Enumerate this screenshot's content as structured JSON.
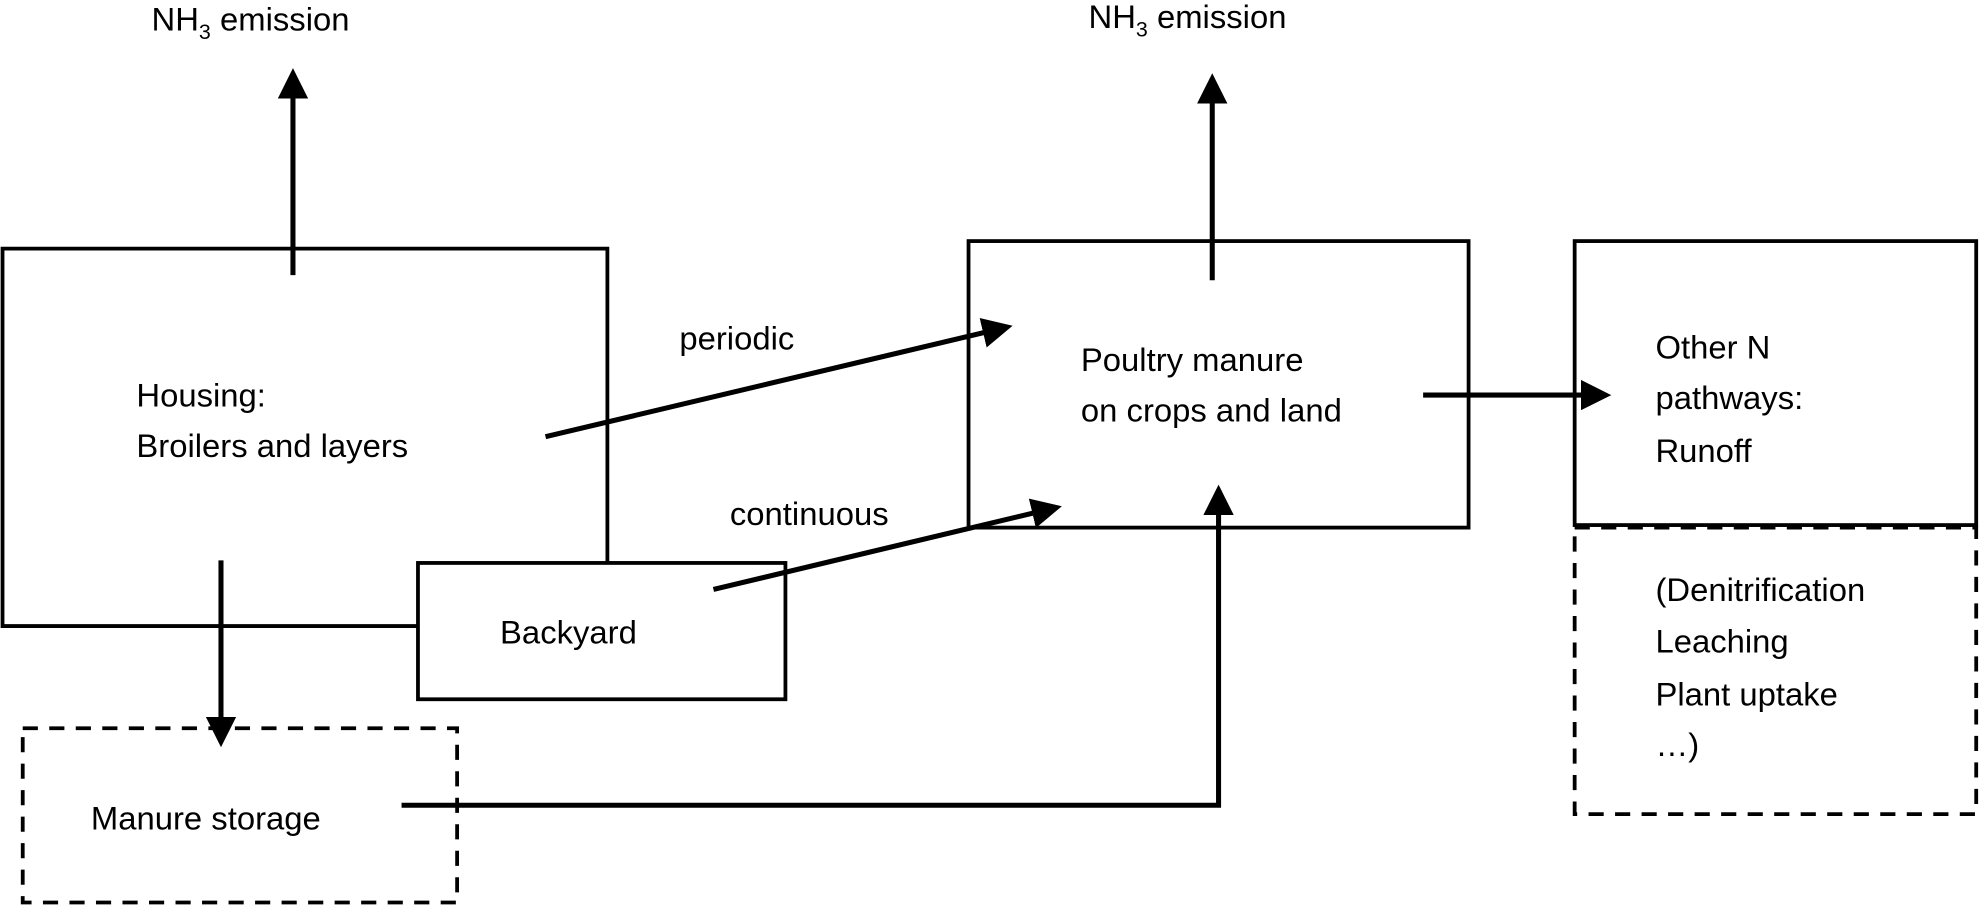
{
  "emission_left": {
    "main": "NH",
    "sub": "3",
    "rest": " emission"
  },
  "emission_right": {
    "main": "NH",
    "sub": "3",
    "rest": " emission"
  },
  "housing": {
    "line1": "Housing:",
    "line2": "Broilers and layers"
  },
  "backyard": {
    "label": "Backyard"
  },
  "manure_storage": {
    "label": "Manure storage"
  },
  "poultry_manure": {
    "line1": "Poultry manure",
    "line2": "on crops and land"
  },
  "other_pathways": {
    "line1": "Other N",
    "line2": "pathways:",
    "line3": "Runoff"
  },
  "other_details": {
    "line1": "(Denitrification",
    "line2": "Leaching",
    "line3": "Plant uptake",
    "line4": "…)"
  },
  "flows": {
    "periodic": "periodic",
    "continuous": "continuous"
  }
}
